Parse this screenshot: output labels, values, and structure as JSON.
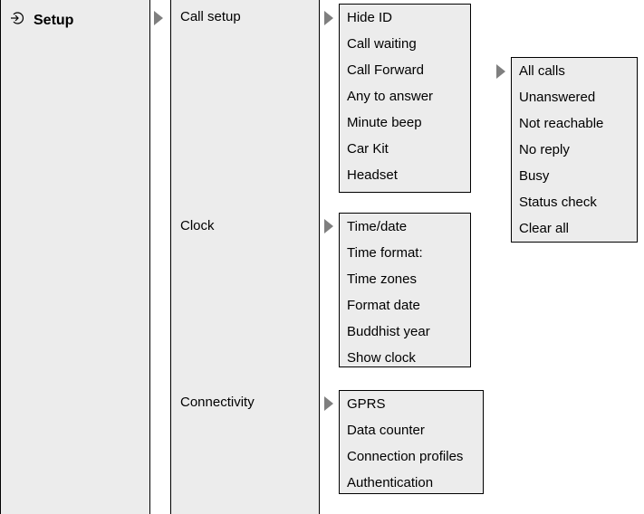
{
  "root": {
    "label": "Setup",
    "icon": "setup-icon"
  },
  "level1": [
    {
      "label": "Call setup"
    },
    {
      "label": "Clock"
    },
    {
      "label": "Connectivity"
    }
  ],
  "call_setup_items": [
    "Hide ID",
    "Call waiting",
    "Call Forward",
    "Any to answer",
    "Minute beep",
    "Car Kit",
    "Headset"
  ],
  "call_forward_items": [
    "All calls",
    "Unanswered",
    "Not reachable",
    "No reply",
    "Busy",
    "Status check",
    "Clear all"
  ],
  "clock_items": [
    "Time/date",
    "Time format:",
    "Time zones",
    "Format date",
    "Buddhist year",
    "Show clock"
  ],
  "connectivity_items": [
    "GPRS",
    "Data counter",
    "Connection profiles",
    "Authentication"
  ],
  "colors": {
    "panel": "#ececec",
    "arrow": "#7f7f7f",
    "border": "#000000"
  }
}
